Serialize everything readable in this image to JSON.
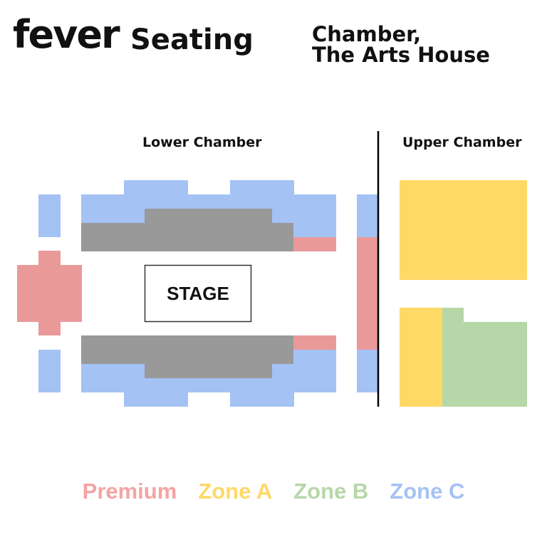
{
  "header": {
    "logo": "fever",
    "title": "Seating",
    "venue_line1": "Chamber,",
    "venue_line2": "The Arts House"
  },
  "sections": {
    "lower": "Lower Chamber",
    "upper": "Upper Chamber",
    "stage": "STAGE"
  },
  "legend": [
    {
      "label": "Premium",
      "color": "#ea9999"
    },
    {
      "label": "Zone A",
      "color": "#ffd966"
    },
    {
      "label": "Zone B",
      "color": "#b6d7a8"
    },
    {
      "label": "Zone C",
      "color": "#a4c2f4"
    }
  ],
  "colors": {
    "premium": "#ea9999",
    "zone_a": "#ffd966",
    "zone_b": "#b6d7a8",
    "zone_c": "#a4c2f4",
    "unavailable": "#999999"
  }
}
